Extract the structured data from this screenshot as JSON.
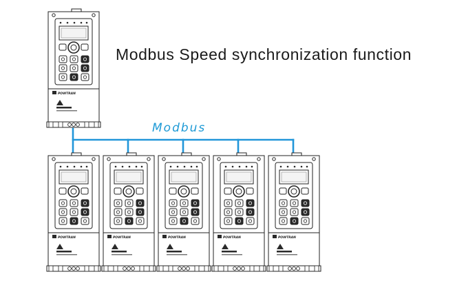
{
  "caption": "Modbus Speed synchronization function",
  "bus_label": "Modbus",
  "brand_text": "POWTRAN",
  "colors": {
    "bus": "#2196d9",
    "outline": "#222222",
    "panel_fill": "#ffffff",
    "key_fill": "#2a2a2a"
  },
  "devices": {
    "master": {
      "name": "master-inverter"
    },
    "slaves": [
      {
        "name": "slave-inverter-1"
      },
      {
        "name": "slave-inverter-2"
      },
      {
        "name": "slave-inverter-3"
      },
      {
        "name": "slave-inverter-4"
      },
      {
        "name": "slave-inverter-5"
      }
    ]
  }
}
